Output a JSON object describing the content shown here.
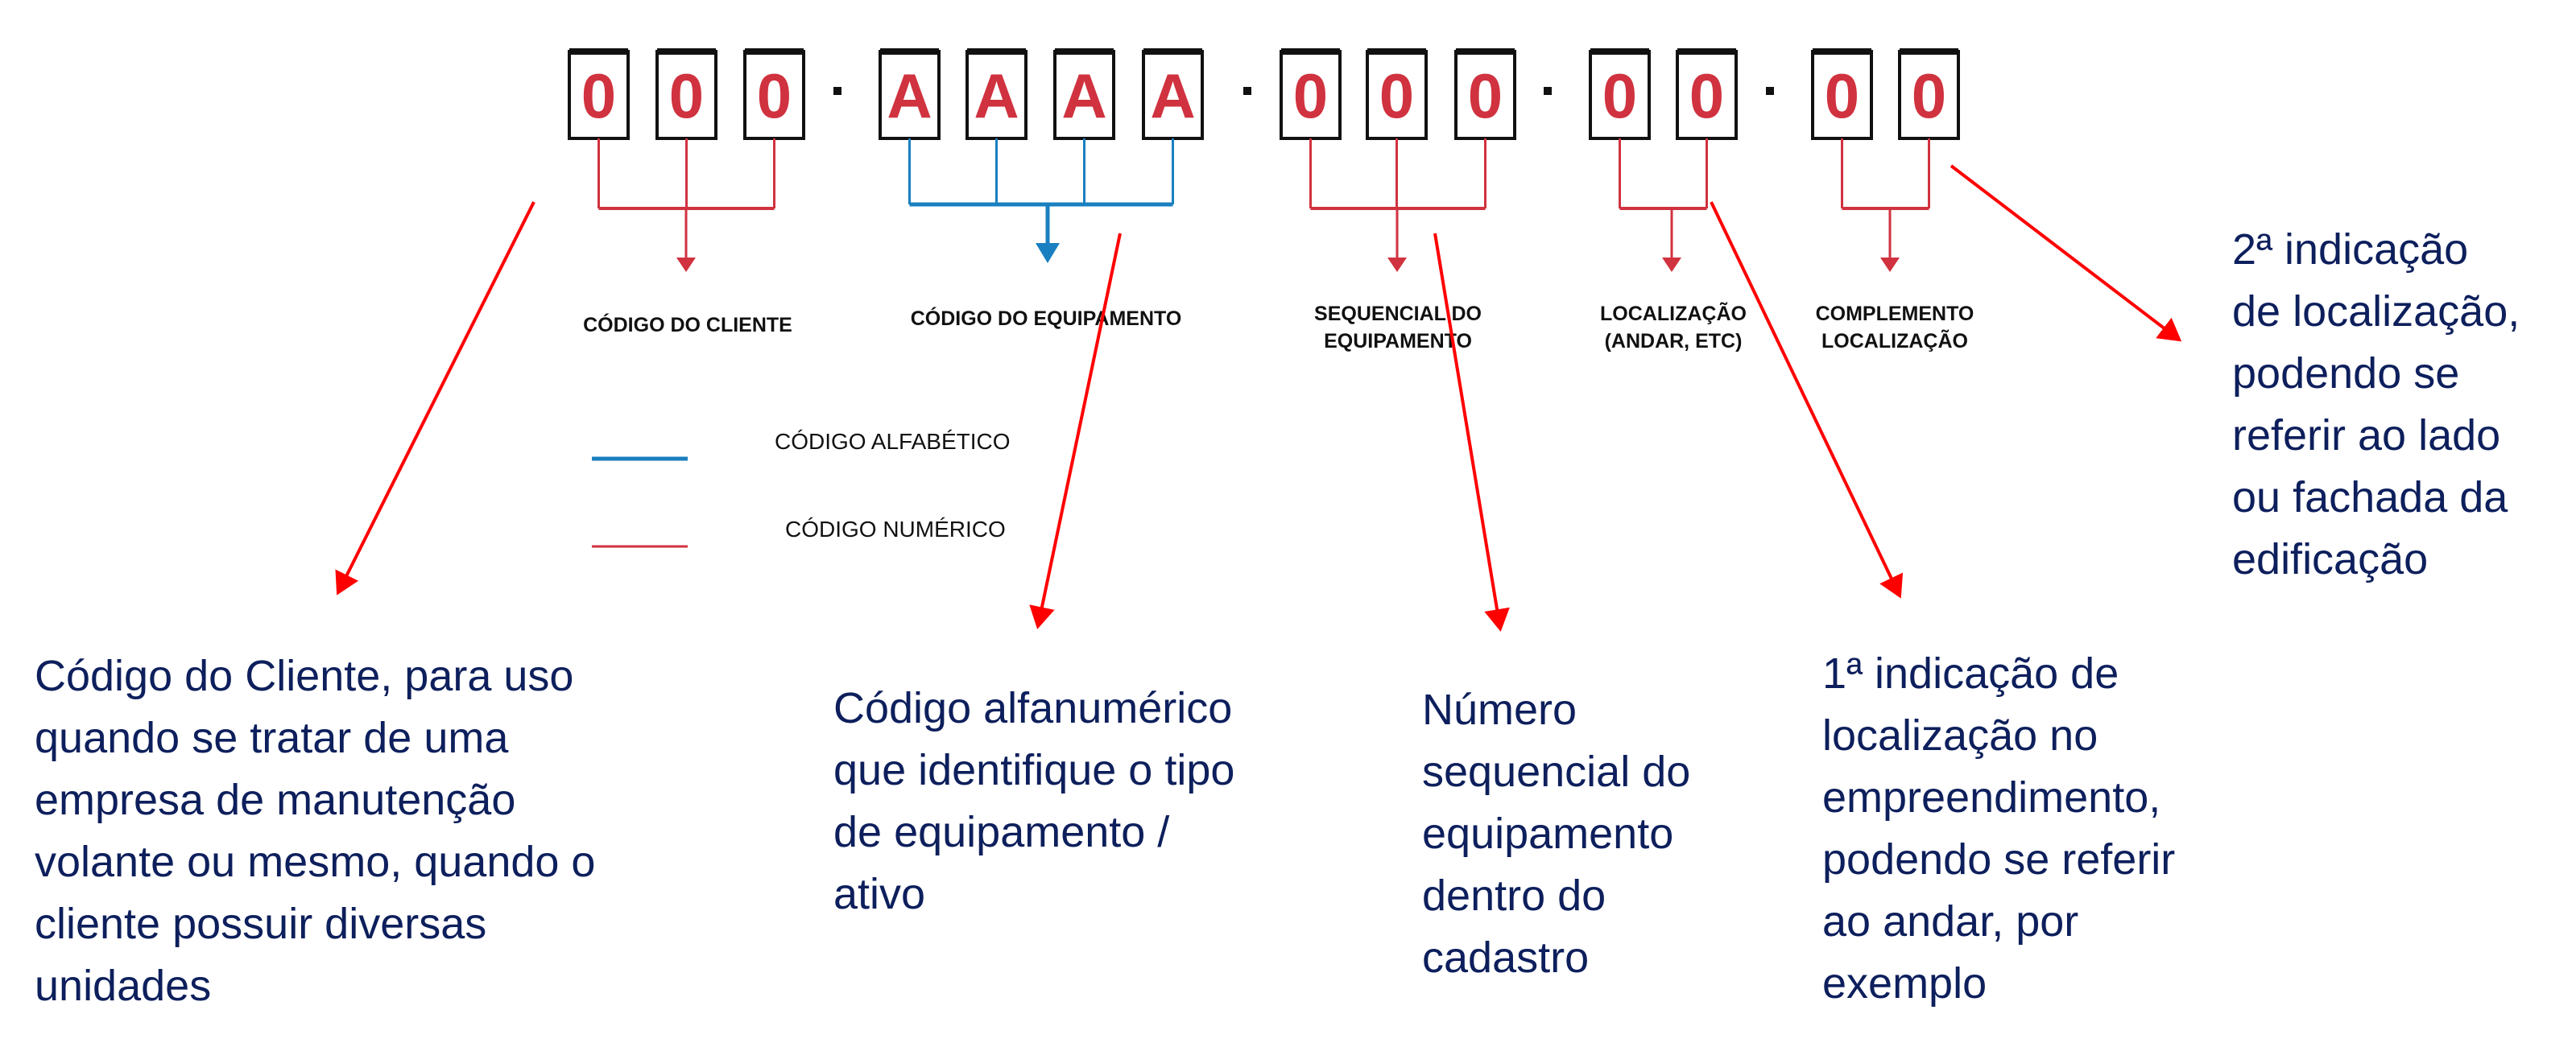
{
  "colors": {
    "numeric": "#d0323f",
    "alphabetic": "#1a7fc0",
    "callout": "#ff0000",
    "note_text": "#0d1f5c"
  },
  "code": {
    "client": [
      "0",
      "0",
      "0"
    ],
    "equipment": [
      "A",
      "A",
      "A",
      "A"
    ],
    "sequence": [
      "0",
      "0",
      "0"
    ],
    "location": [
      "0",
      "0"
    ],
    "complement": [
      "0",
      "0"
    ],
    "separator": "-"
  },
  "headers": {
    "client": "CÓDIGO DO CLIENTE",
    "equipment": "CÓDIGO DO EQUIPAMENTO",
    "sequence": [
      "SEQUENCIAL DO",
      "EQUIPAMENTO"
    ],
    "location": [
      "LOCALIZAÇÃO",
      "(ANDAR, ETC)"
    ],
    "complement": [
      "COMPLEMENTO",
      "LOCALIZAÇÃO"
    ]
  },
  "legend": {
    "alphabetic": "CÓDIGO ALFABÉTICO",
    "numeric": "CÓDIGO NUMÉRICO"
  },
  "notes": {
    "client": [
      "Código do Cliente, para uso",
      "quando se tratar de uma",
      "empresa de manutenção",
      "volante ou mesmo, quando o",
      "cliente possuir diversas",
      "unidades"
    ],
    "equipment": [
      "Código alfanumérico",
      "que identifique o tipo",
      "de equipamento /",
      "ativo"
    ],
    "sequence": [
      "Número",
      "sequencial do",
      "equipamento",
      "dentro do",
      "cadastro"
    ],
    "location": [
      "1ª indicação de",
      "localização no",
      "empreendimento,",
      "podendo se referir",
      "ao andar, por",
      "exemplo"
    ],
    "complement": [
      "2ª indicação",
      "de localização,",
      "podendo se",
      "referir ao lado",
      "ou fachada da",
      "edificação"
    ]
  }
}
